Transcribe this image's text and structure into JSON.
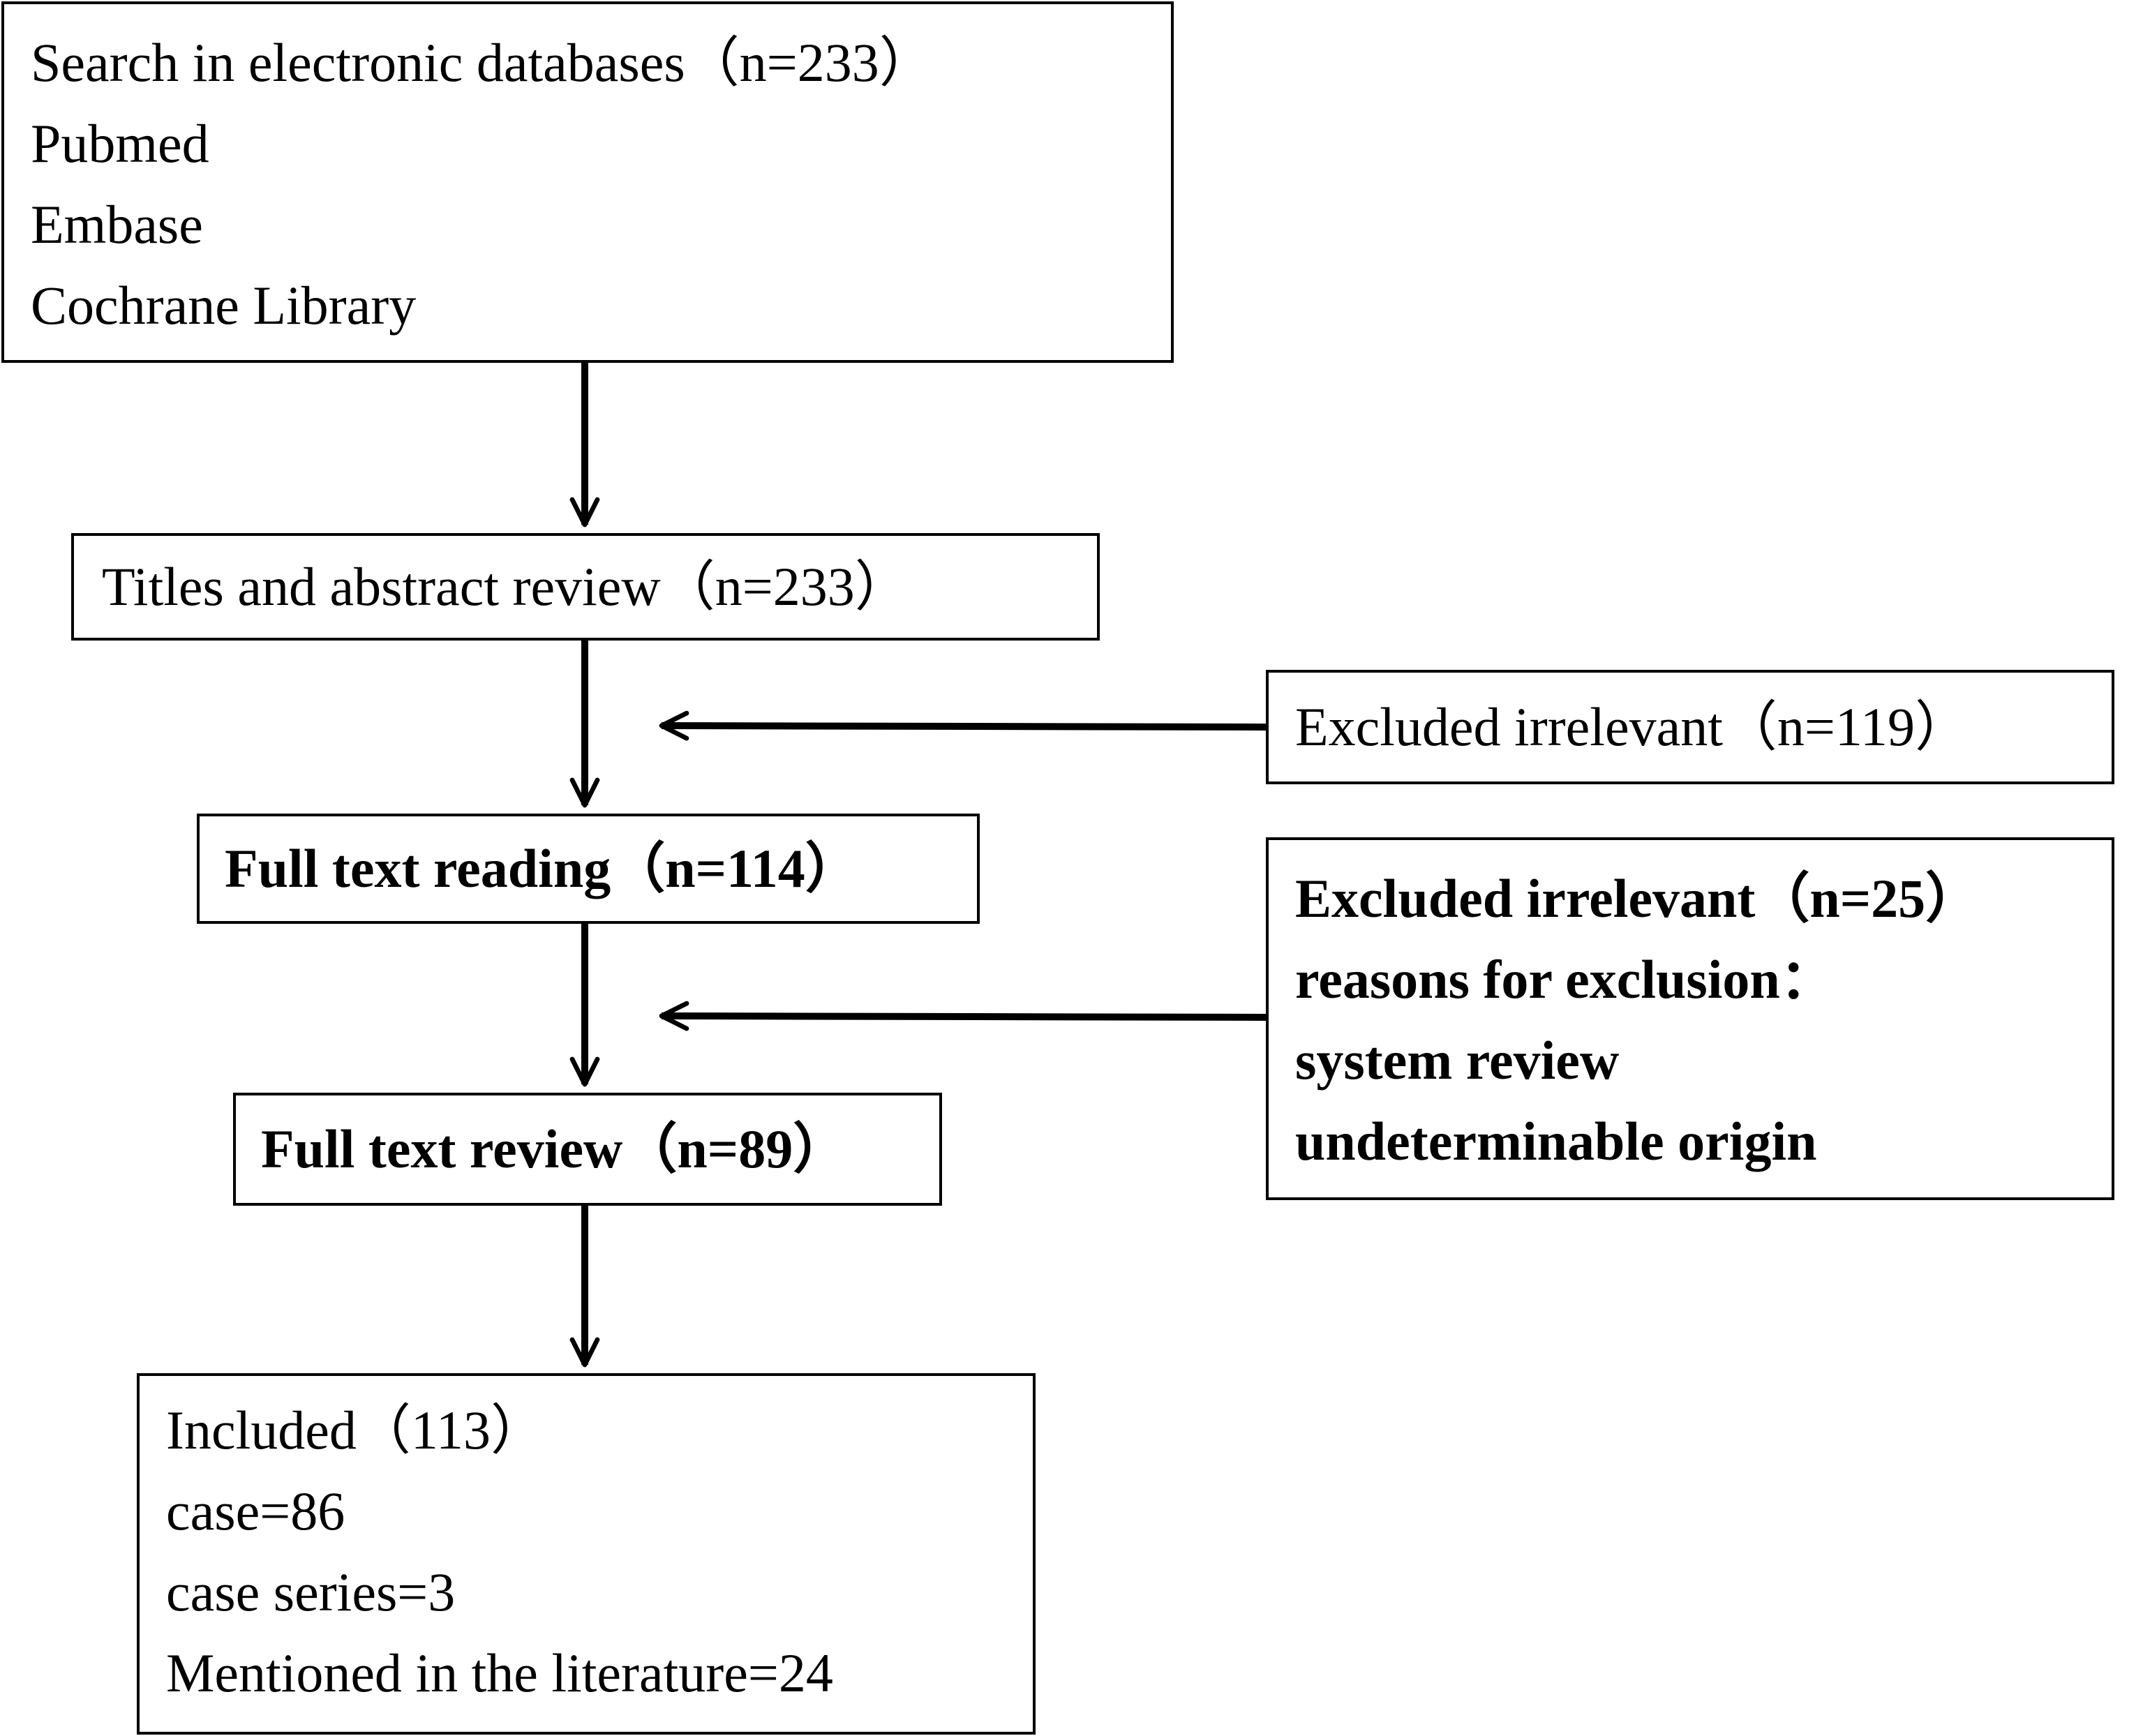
{
  "search_box": {
    "lines": [
      "Search in electronic databases（n=233）",
      "Pubmed",
      "Embase",
      "Cochrane Library"
    ]
  },
  "titles_box": {
    "text": "Titles and abstract review（n=233）"
  },
  "fulltext_reading_box": {
    "text": "Full text reading（n=114）"
  },
  "fulltext_review_box": {
    "text": "Full text review（n=89）"
  },
  "included_box": {
    "lines": [
      "Included（113）",
      "case=86",
      "case series=3",
      "Mentioned in the literature=24"
    ]
  },
  "excluded_box_1": {
    "text": "Excluded irrelevant（n=119）"
  },
  "excluded_box_2": {
    "lines": [
      "Excluded irrelevant（n=25）",
      "reasons for exclusion：",
      "system review",
      "undeterminable origin"
    ]
  },
  "colors": {
    "stroke": "#000000",
    "background": "#ffffff"
  }
}
